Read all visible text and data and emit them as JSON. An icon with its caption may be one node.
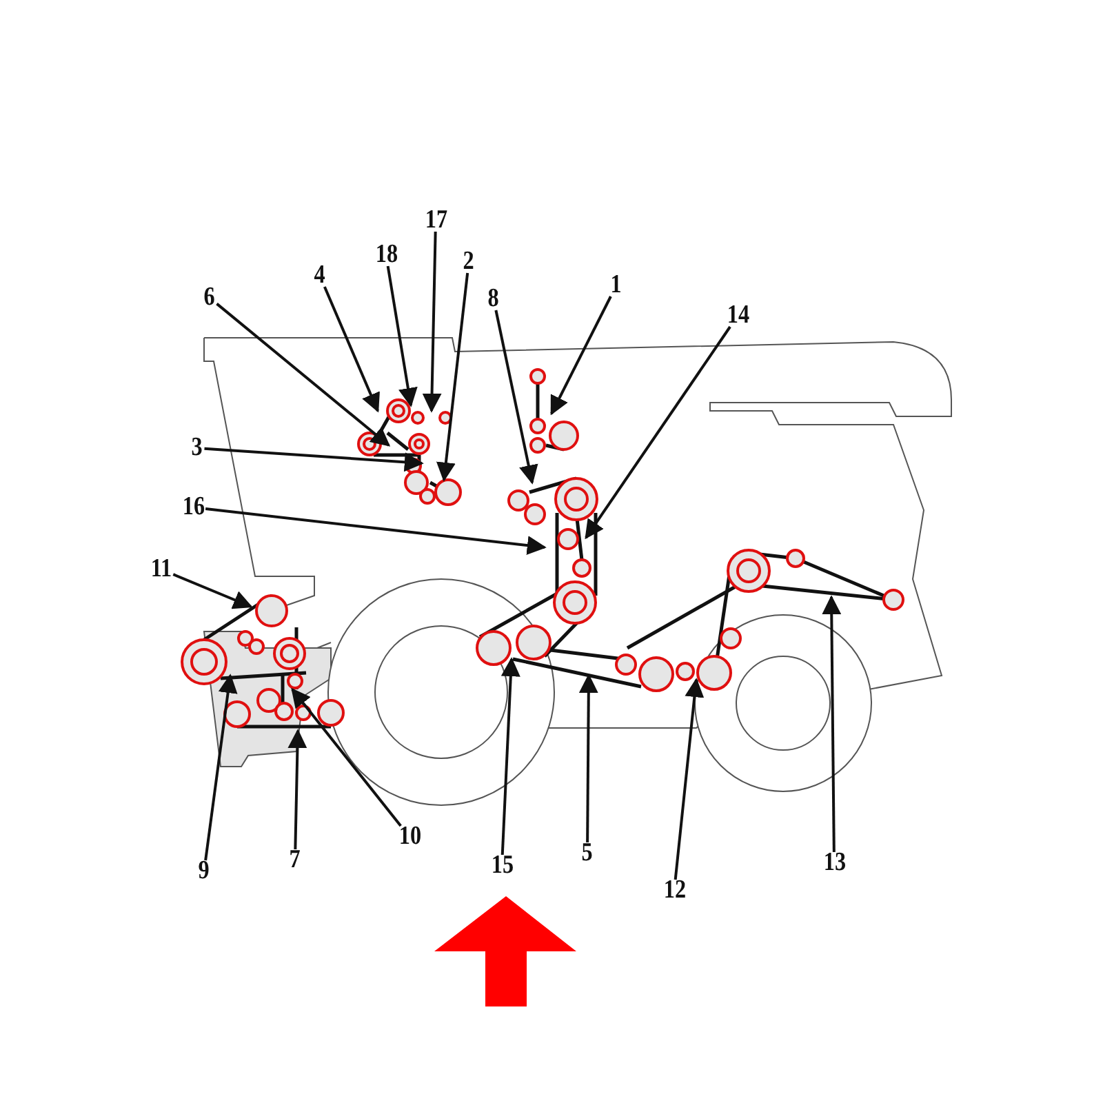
{
  "diagram": {
    "nodes": [
      {
        "text": [
          "17"
        ]
      },
      {
        "text": [
          "18"
        ]
      },
      {
        "text": [
          "2"
        ]
      },
      {
        "text": [
          "4"
        ]
      },
      {
        "text": [
          "1"
        ]
      },
      {
        "text": [
          "6"
        ]
      },
      {
        "text": [
          "8"
        ]
      },
      {
        "text": [
          "14"
        ]
      },
      {
        "text": [
          "3"
        ]
      },
      {
        "text": [
          "16"
        ]
      },
      {
        "text": [
          "11"
        ]
      },
      {
        "text": [
          "10"
        ]
      },
      {
        "text": [
          "5"
        ]
      },
      {
        "text": [
          "7"
        ]
      },
      {
        "text": [
          "13"
        ]
      },
      {
        "text": [
          "15"
        ]
      },
      {
        "text": [
          "9"
        ]
      },
      {
        "text": [
          "12"
        ]
      }
    ],
    "edges": [
      {
        "from": 0,
        "to": null,
        "arrow": "to"
      },
      {
        "from": 1,
        "to": null,
        "arrow": "to"
      },
      {
        "from": 2,
        "to": null,
        "arrow": "to"
      },
      {
        "from": 3,
        "to": null,
        "arrow": "to"
      },
      {
        "from": 4,
        "to": null,
        "arrow": "to"
      },
      {
        "from": 5,
        "to": null,
        "arrow": "to"
      },
      {
        "from": 6,
        "to": null,
        "arrow": "to"
      },
      {
        "from": 7,
        "to": null,
        "arrow": "to"
      },
      {
        "from": 8,
        "to": null,
        "arrow": "to"
      },
      {
        "from": 9,
        "to": null,
        "arrow": "to"
      },
      {
        "from": 10,
        "to": null,
        "arrow": "to"
      },
      {
        "from": 11,
        "to": null,
        "arrow": "to"
      },
      {
        "from": 12,
        "to": null,
        "arrow": "to"
      },
      {
        "from": 13,
        "to": null,
        "arrow": "to"
      },
      {
        "from": 14,
        "to": null,
        "arrow": "to"
      },
      {
        "from": 15,
        "to": null,
        "arrow": "to"
      },
      {
        "from": 16,
        "to": null,
        "arrow": "to"
      },
      {
        "from": 17,
        "to": null,
        "arrow": "to"
      }
    ]
  }
}
